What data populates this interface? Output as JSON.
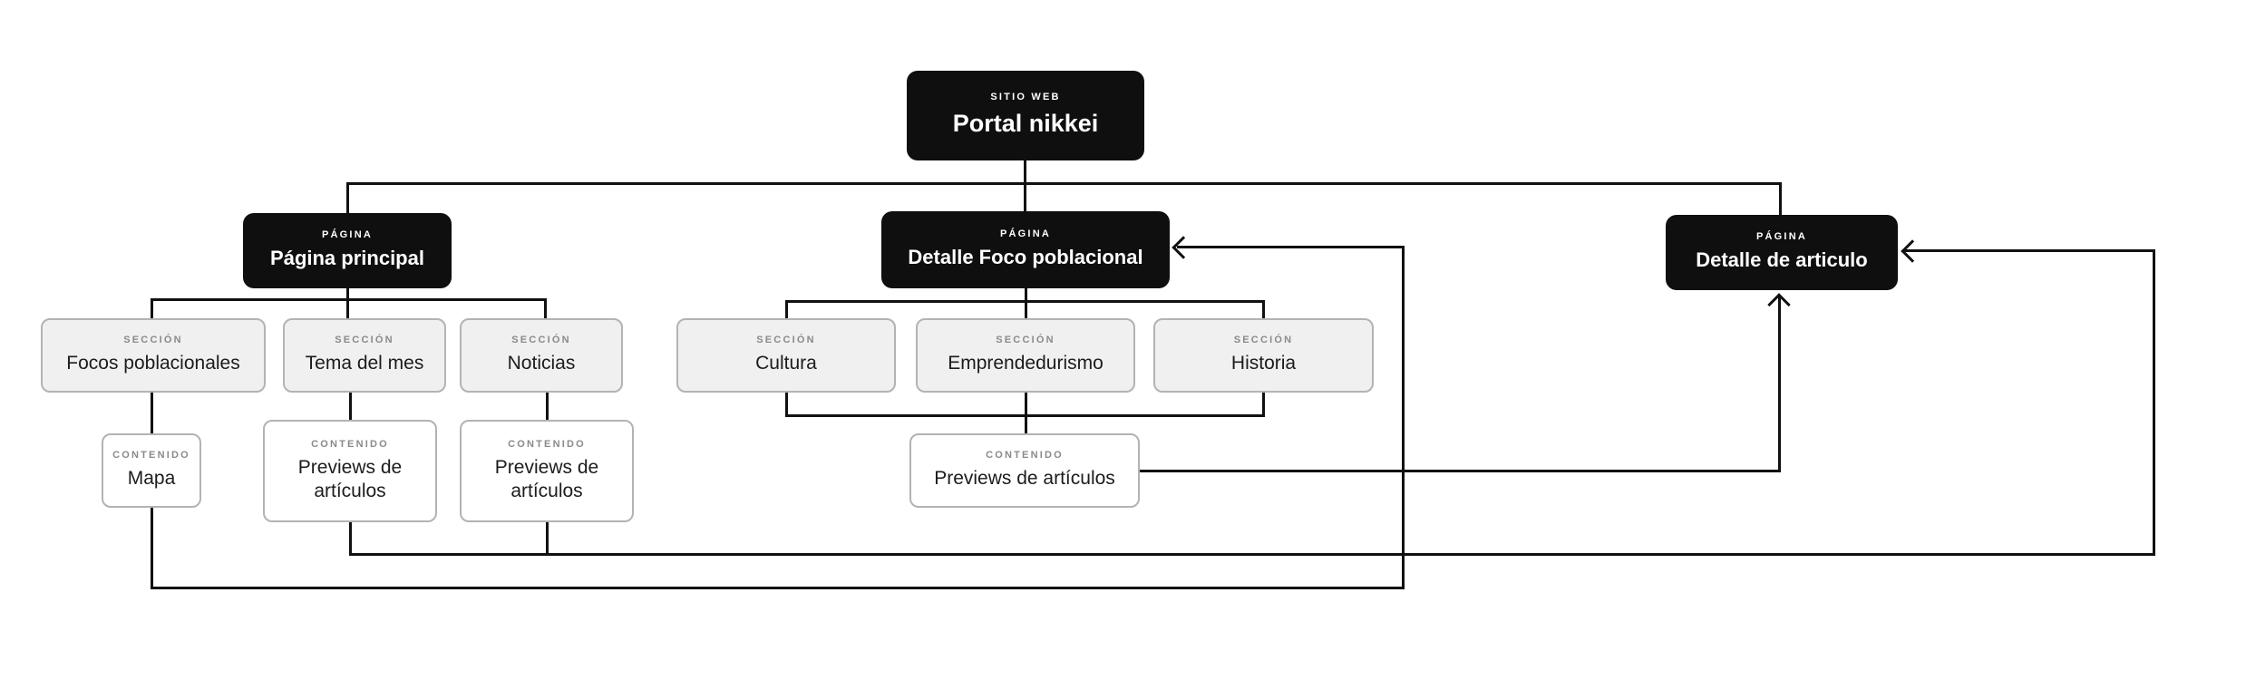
{
  "diagram": {
    "site": {
      "kind": "SITIO WEB",
      "title": "Portal nikkei"
    },
    "pages": [
      {
        "kind": "PÁGINA",
        "title": "Página principal"
      },
      {
        "kind": "PÁGINA",
        "title": "Detalle Foco poblacional"
      },
      {
        "kind": "PÁGINA",
        "title": "Detalle de articulo"
      }
    ],
    "sections": [
      {
        "kind": "SECCIÓN",
        "title": "Focos poblacionales"
      },
      {
        "kind": "SECCIÓN",
        "title": "Tema del mes"
      },
      {
        "kind": "SECCIÓN",
        "title": "Noticias"
      },
      {
        "kind": "SECCIÓN",
        "title": "Cultura"
      },
      {
        "kind": "SECCIÓN",
        "title": "Emprendedurismo"
      },
      {
        "kind": "SECCIÓN",
        "title": "Historia"
      }
    ],
    "contents": [
      {
        "kind": "CONTENIDO",
        "title": "Mapa"
      },
      {
        "kind": "CONTENIDO",
        "title": "Previews de artículos"
      },
      {
        "kind": "CONTENIDO",
        "title": "Previews de artículos"
      },
      {
        "kind": "CONTENIDO",
        "title": "Previews de artículos"
      }
    ]
  },
  "colors": {
    "ink": "#0f0f0f",
    "panel": "#f0f0f0",
    "panelborder": "#b3b3b3",
    "muted": "#8a8a8a",
    "line": "#111111",
    "bg": "#ffffff"
  }
}
